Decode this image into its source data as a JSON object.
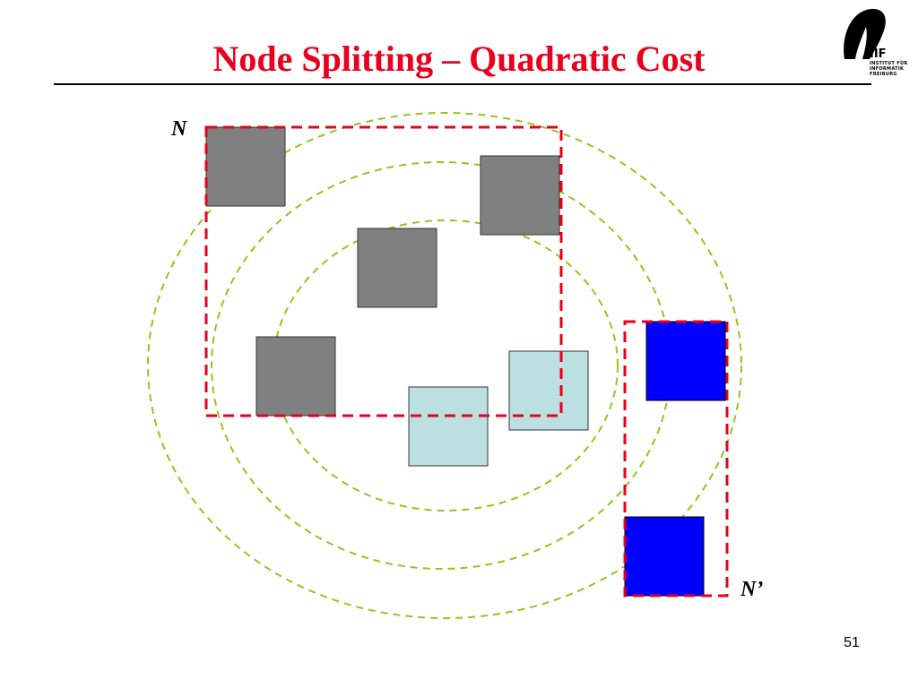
{
  "slide": {
    "title": "Node Splitting – Quadratic Cost",
    "page_number": "51"
  },
  "logo": {
    "abbr": "IIF",
    "lines": [
      "INSTITUT FÜR",
      "INFORMATIK",
      "FREIBURG"
    ]
  },
  "labels": {
    "node_n": "N",
    "node_n_prime": "N’"
  },
  "colors": {
    "title": "#e8001c",
    "gray_box": "#808080",
    "light_box": "#bcdfe2",
    "blue_box": "#0000ff",
    "bounding_box": "#e8001c",
    "circles": "#99c31c"
  }
}
